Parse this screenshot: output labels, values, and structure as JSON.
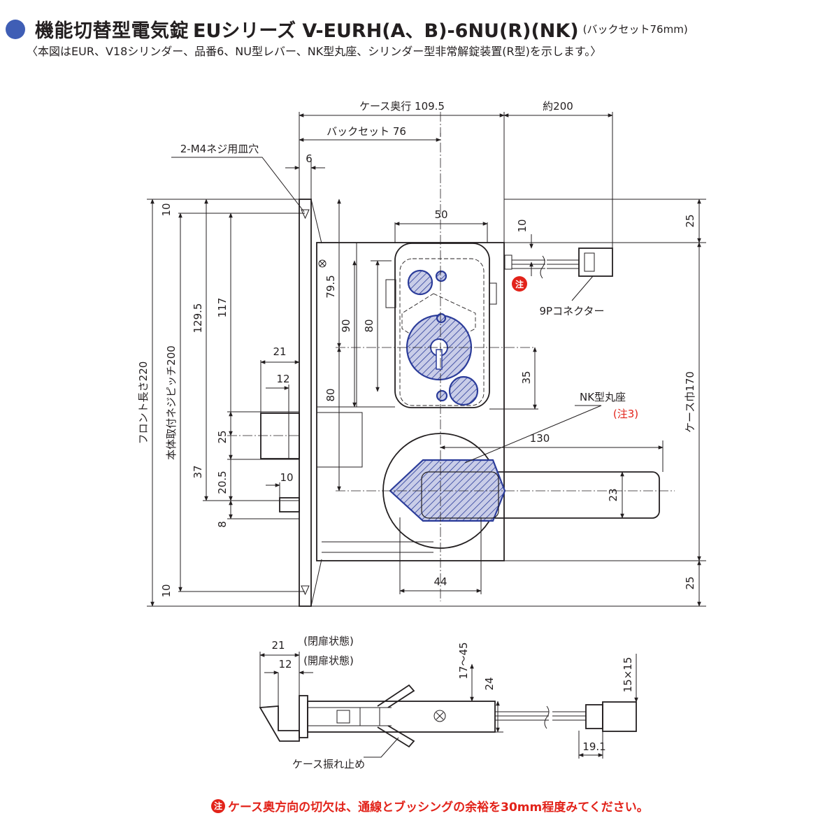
{
  "header": {
    "title": "機能切替型電気錠",
    "model": "EUシリーズ V-EURH(A、B)-6NU(R)(NK)",
    "backset_note": "(バックセット76mm)",
    "subtitle": "〈本図はEUR、V18シリンダー、品番6、NU型レバー、NK型丸座、シリンダー型非常解錠装置(R型)を示します。〉"
  },
  "front_view": {
    "dims": {
      "case_depth": "ケース奥行 109.5",
      "approx_200": "約200",
      "backset": "バックセット 76",
      "screw_6": "6",
      "cyl_50": "50",
      "top_10": "10",
      "conn_10": "10",
      "right_25_top": "25",
      "d_79_5": "79.5",
      "d_129_5": "129.5",
      "d_117": "117",
      "d_90": "90",
      "d_80_upper": "80",
      "d_80_lower": "80",
      "d_35": "35",
      "d_21": "21",
      "d_12": "12",
      "d_25": "25",
      "d_37": "37",
      "d_20_5": "20.5",
      "d_10_dead": "10",
      "d_8": "8",
      "bottom_10": "10",
      "right_25_bottom": "25",
      "d_130": "130",
      "d_23": "23",
      "d_44": "44"
    },
    "labels": {
      "screw_hole": "2-M4ネジ用皿穴",
      "front_length": "フロント長さ220",
      "screw_pitch": "本体取付ネジピッチ200",
      "case_width": "ケース巾170",
      "connector": "9Pコネクター",
      "nk_rosette": "NK型丸座",
      "note3": "(注3)",
      "note_badge": "注"
    }
  },
  "side_view": {
    "dims": {
      "d_21": "21",
      "d_21_state": "(閉扉状態)",
      "d_12": "12",
      "d_12_state": "(開扉状態)",
      "d_17_45": "17〜45",
      "d_24": "24",
      "d_15x15": "15×15",
      "d_19_1": "19.1"
    },
    "labels": {
      "case_stopper": "ケース振れ止め"
    }
  },
  "footnote": {
    "badge": "注",
    "text": "ケース奥方向の切欠は、通線とブッシングの余裕を30mm程度みてください。"
  }
}
